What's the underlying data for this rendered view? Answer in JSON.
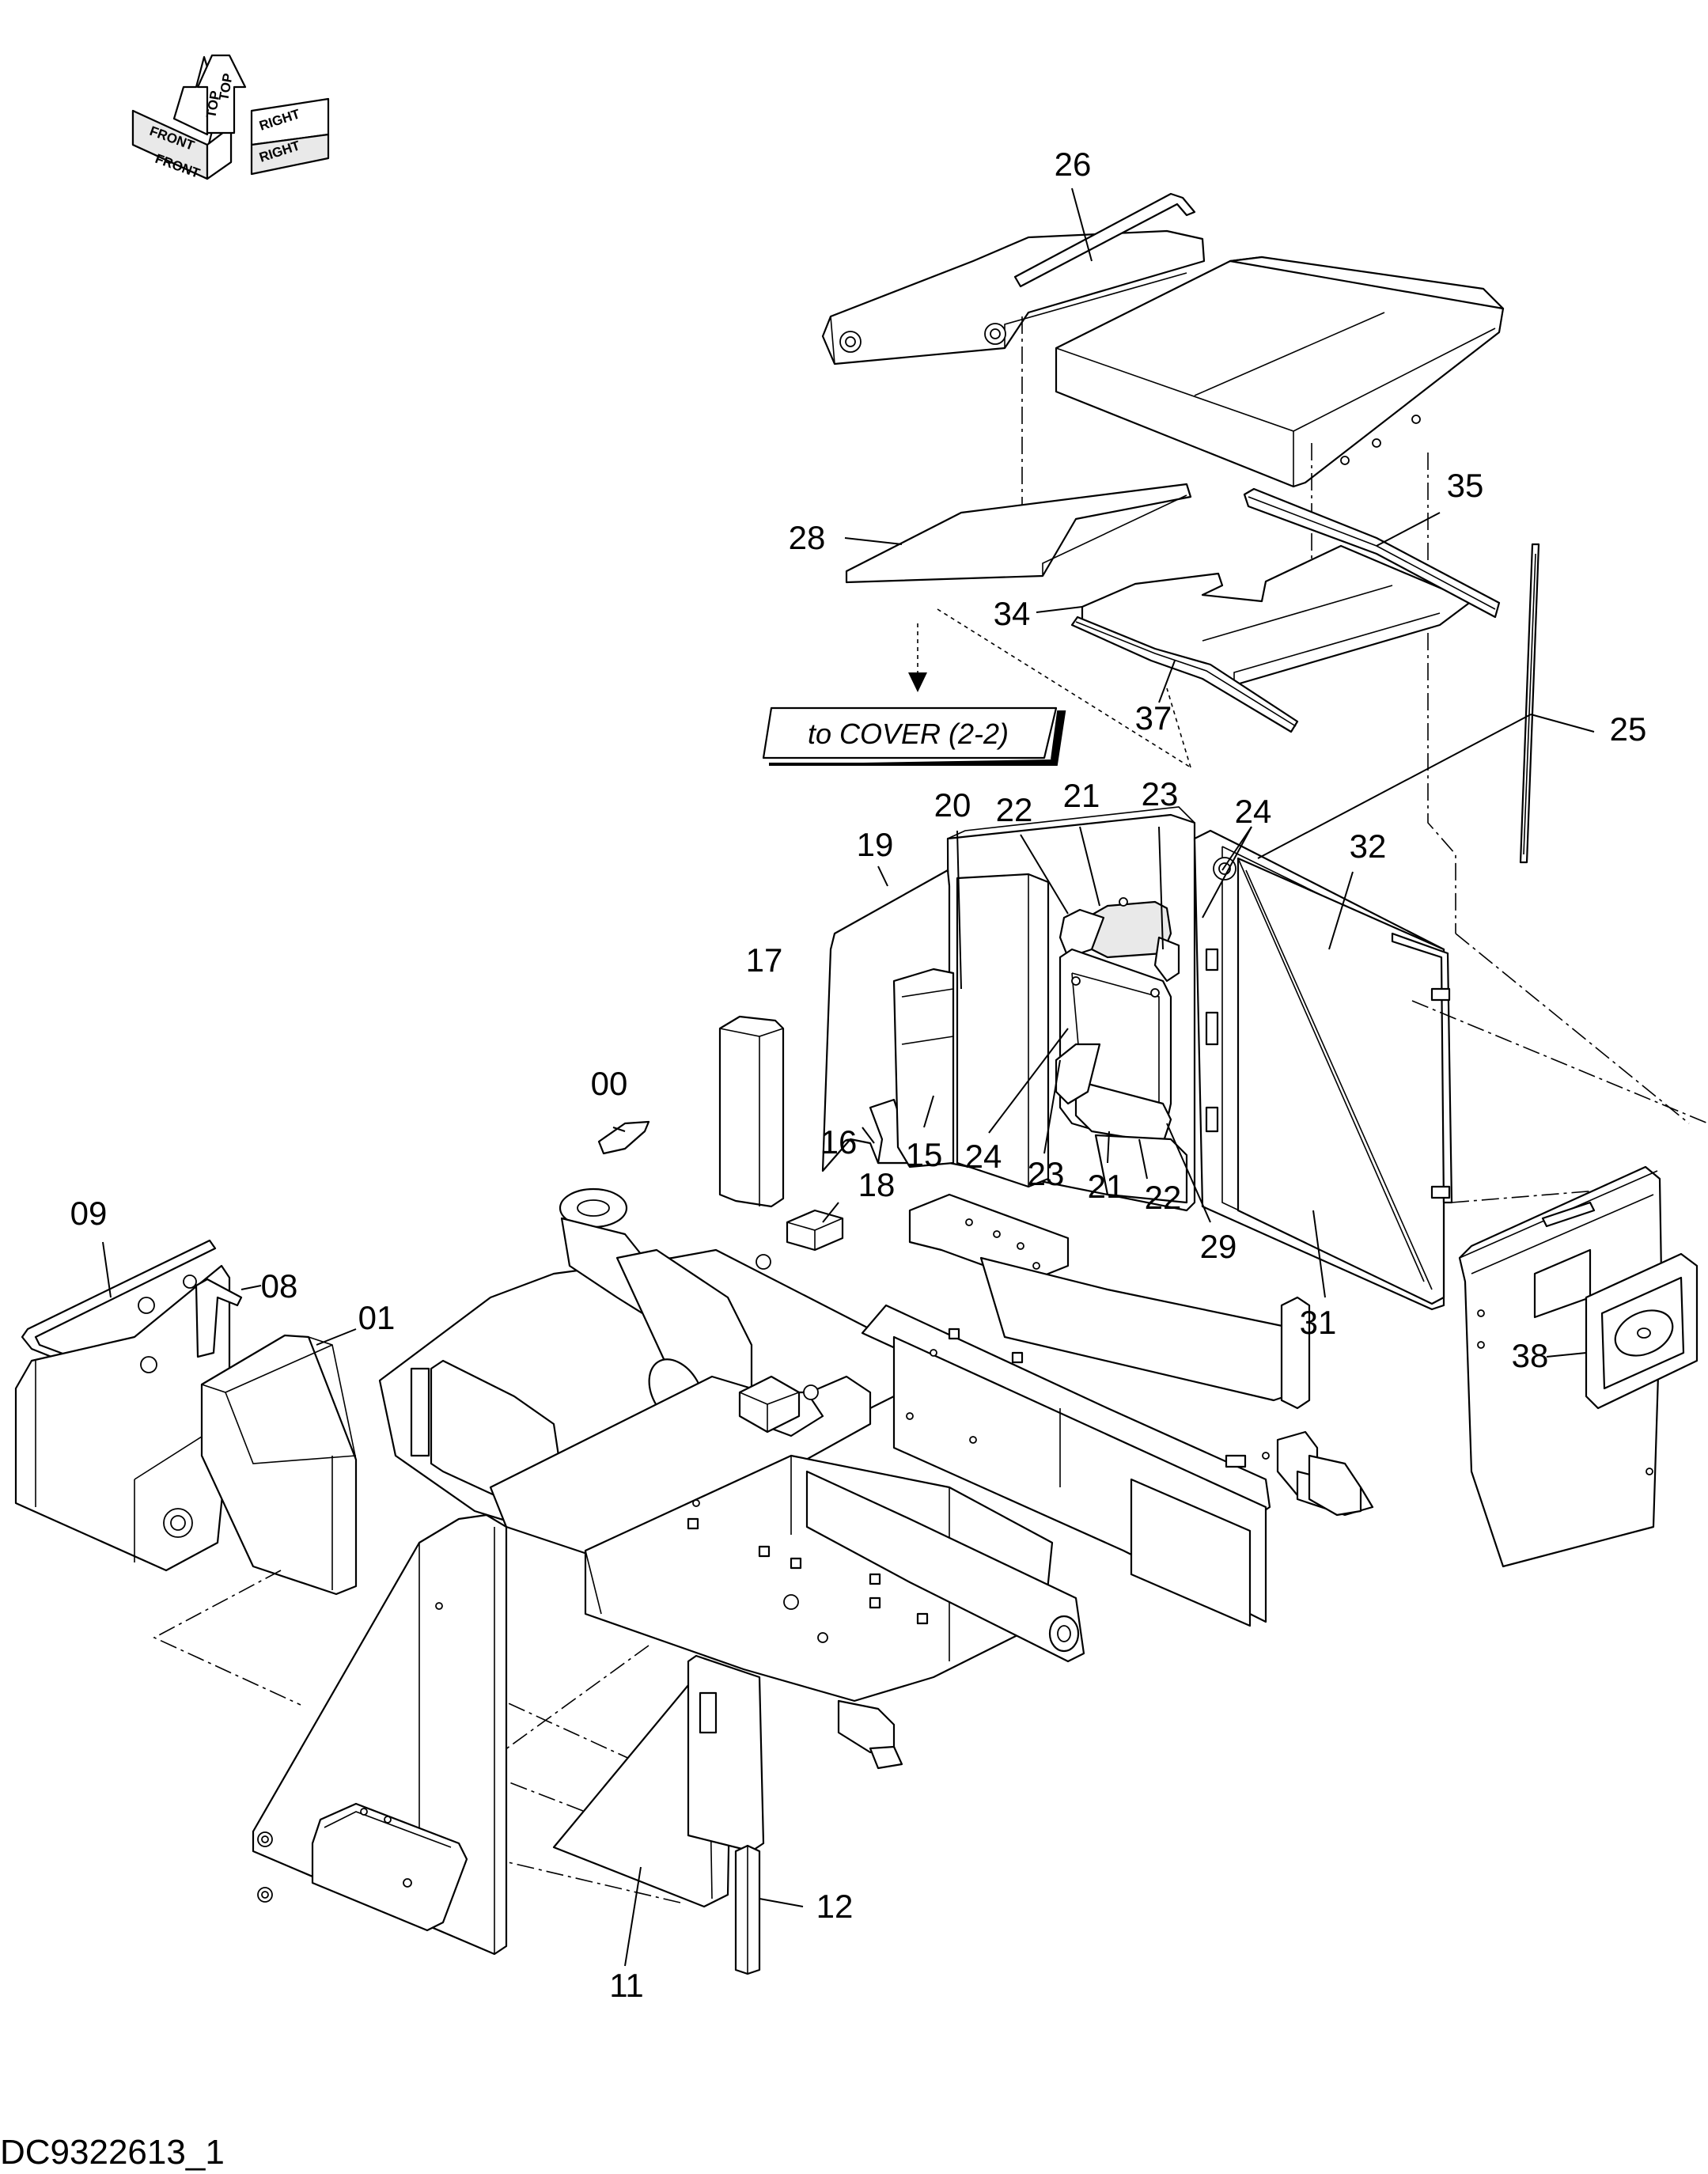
{
  "diagram": {
    "drawing_id": "DC9322613_1",
    "reference_label": "to COVER (2-2)",
    "orientation_labels": {
      "front": "FRONT",
      "top": "TOP",
      "right": "RIGHT"
    },
    "callouts": [
      {
        "id": "c00",
        "label": "00"
      },
      {
        "id": "c01",
        "label": "01"
      },
      {
        "id": "c08",
        "label": "08"
      },
      {
        "id": "c09",
        "label": "09"
      },
      {
        "id": "c11",
        "label": "11"
      },
      {
        "id": "c12",
        "label": "12"
      },
      {
        "id": "c15",
        "label": "15"
      },
      {
        "id": "c16",
        "label": "16"
      },
      {
        "id": "c17",
        "label": "17"
      },
      {
        "id": "c18",
        "label": "18"
      },
      {
        "id": "c19",
        "label": "19"
      },
      {
        "id": "c20",
        "label": "20"
      },
      {
        "id": "c21a",
        "label": "21"
      },
      {
        "id": "c21b",
        "label": "21"
      },
      {
        "id": "c22a",
        "label": "22"
      },
      {
        "id": "c22b",
        "label": "22"
      },
      {
        "id": "c23a",
        "label": "23"
      },
      {
        "id": "c23b",
        "label": "23"
      },
      {
        "id": "c24a",
        "label": "24"
      },
      {
        "id": "c24b",
        "label": "24"
      },
      {
        "id": "c25",
        "label": "25"
      },
      {
        "id": "c26",
        "label": "26"
      },
      {
        "id": "c28",
        "label": "28"
      },
      {
        "id": "c29",
        "label": "29"
      },
      {
        "id": "c31",
        "label": "31"
      },
      {
        "id": "c32",
        "label": "32"
      },
      {
        "id": "c34",
        "label": "34"
      },
      {
        "id": "c35",
        "label": "35"
      },
      {
        "id": "c37",
        "label": "37"
      },
      {
        "id": "c38",
        "label": "38"
      }
    ]
  }
}
